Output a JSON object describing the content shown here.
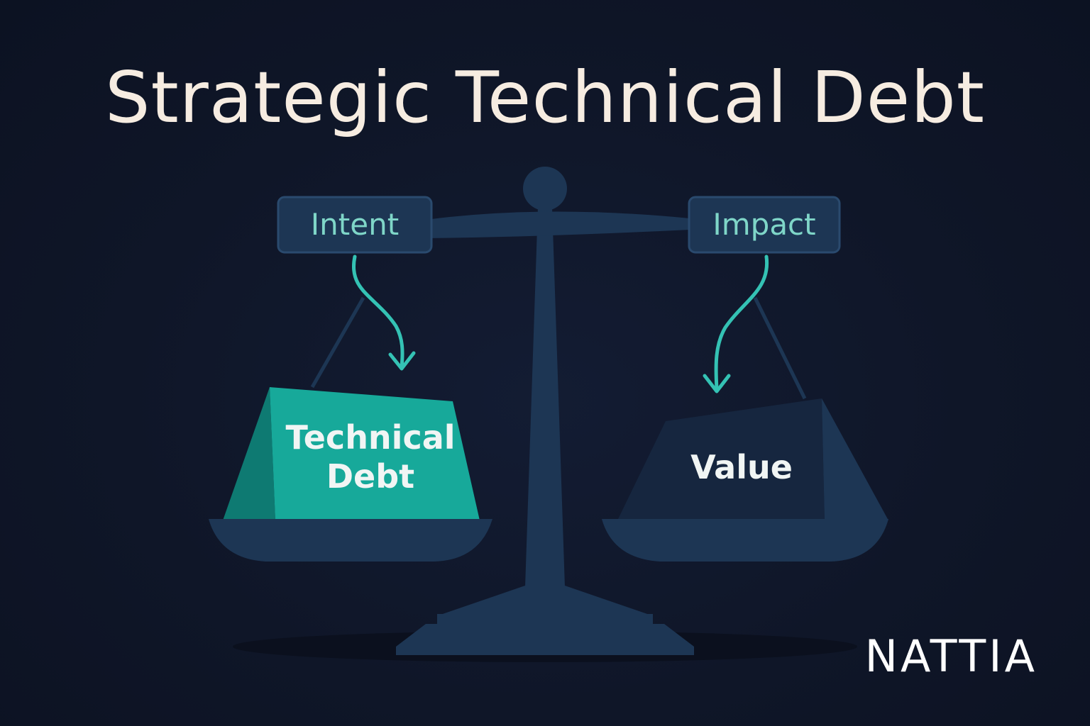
{
  "title": "Strategic Technical Debt",
  "left_tag": {
    "label": "Intent"
  },
  "right_tag": {
    "label": "Impact"
  },
  "left_block": {
    "label": "Technical Debt"
  },
  "right_block": {
    "label": "Value"
  },
  "brand": "NATTIA",
  "colors": {
    "background": "#0f1628",
    "scale": "#1d3654",
    "accent_teal": "#17a99a",
    "arrow": "#34c2b4",
    "title": "#f6ece1",
    "tag_text": "#7fd6c8"
  },
  "icons": [
    "balance-scale",
    "curved-arrow-down"
  ]
}
